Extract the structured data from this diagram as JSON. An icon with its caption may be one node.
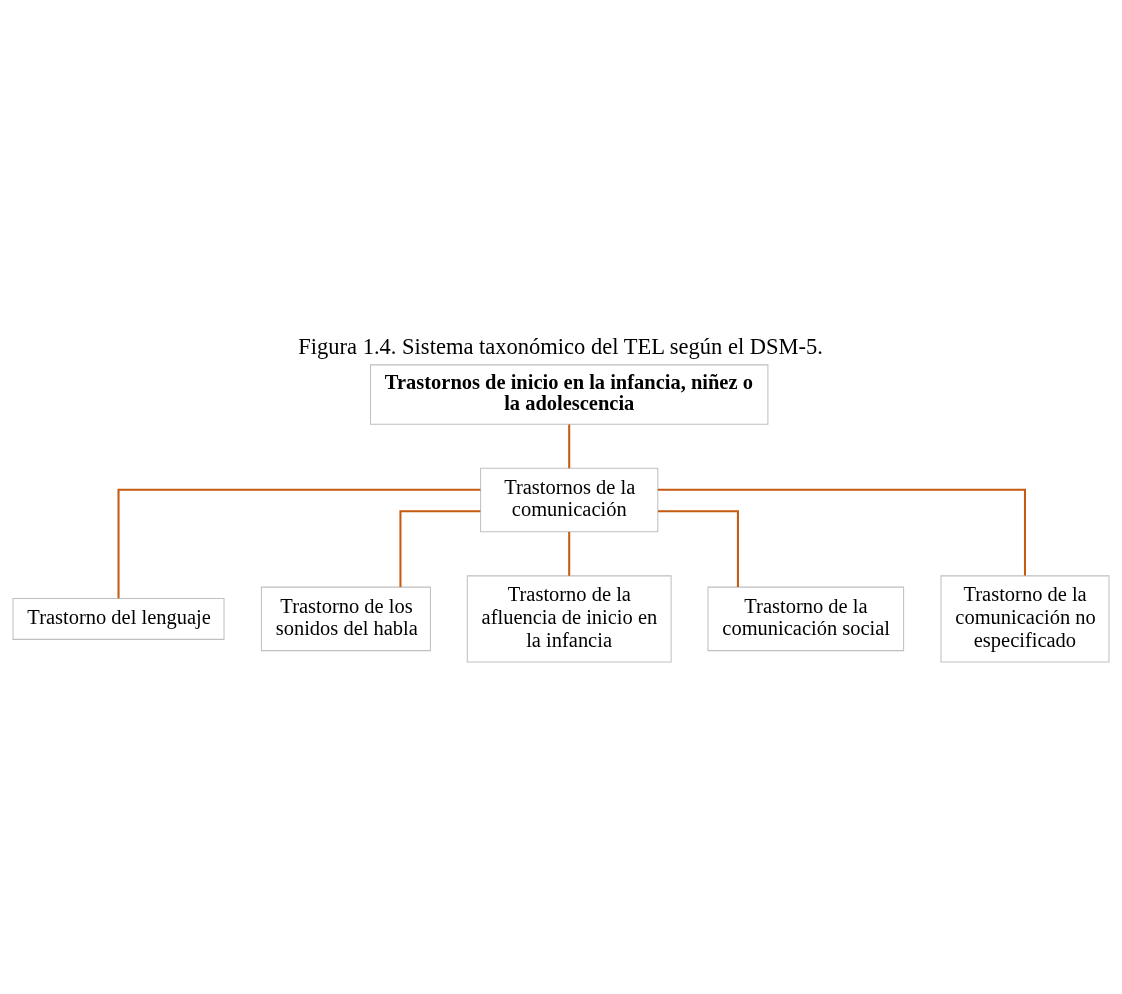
{
  "diagram": {
    "title": "Figura 1.4. Sistema taxonómico del TEL según el DSM-5.",
    "nodes": [
      {
        "text": [
          "Trastornos de inicio en la infancia, niñez o la adolescencia"
        ]
      },
      {
        "text": [
          "Trastornos de la comunicación"
        ]
      },
      {
        "text": [
          "Trastorno del lenguaje"
        ]
      },
      {
        "text": [
          "Trastorno de los sonidos del habla"
        ]
      },
      {
        "text": [
          "Trastorno de la afluencia de inicio en la infancia"
        ]
      },
      {
        "text": [
          "Trastorno de la comunicación social"
        ]
      },
      {
        "text": [
          "Trastorno de la comunicación no especificado"
        ]
      }
    ],
    "edges": [
      {
        "from": 0,
        "to": 1,
        "arrow": "none"
      },
      {
        "from": 1,
        "to": 2,
        "arrow": "none"
      },
      {
        "from": 1,
        "to": 3,
        "arrow": "none"
      },
      {
        "from": 1,
        "to": 4,
        "arrow": "none"
      },
      {
        "from": 1,
        "to": 5,
        "arrow": "none"
      },
      {
        "from": 1,
        "to": 6,
        "arrow": "none"
      }
    ]
  }
}
